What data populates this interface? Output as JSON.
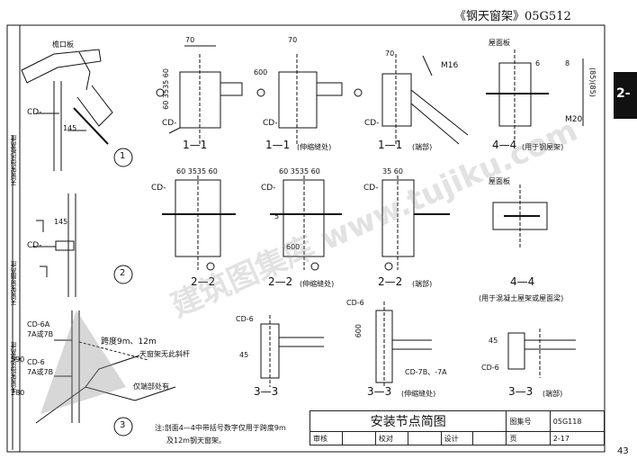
{
  "header": {
    "title": "《钢天窗架》05G512",
    "tab": "2-",
    "page": "43"
  },
  "left_labels": [
    "天窗架挡风板高度",
    "天窗架窗扇高度",
    "天窗架挡风板高度"
  ],
  "labels": {
    "eaves": "檐口板",
    "roof_a": "屋面板",
    "roof_b": "屋面板",
    "cd": "CD-",
    "d70a": "70",
    "d3535": "60 3535 60",
    "d600a": "600",
    "d60a": "60 3535 60",
    "d70b": "70",
    "m16": "M16",
    "m20": "M20",
    "d6": "6",
    "d8": "8",
    "dim8585": "(85)(85)",
    "c1": "1",
    "c2": "2",
    "c3": "3",
    "d145a": "145",
    "d145b": "145",
    "s11": "1—1",
    "s11b": "1—1",
    "s11b_note": "(伸缩缝处)",
    "s11c": "1—1",
    "s11c_note": "(端部)",
    "s44": "4—4",
    "s44_note": "(用于钢屋架)",
    "s22": "2—2",
    "s22b": "2—2",
    "s22b_note": "(伸缩缝处)",
    "s22c": "2—2",
    "s22c_note": "(端部)",
    "d600b": "600",
    "d3560": "35 60",
    "d5": "5",
    "s44b": "4—4",
    "s44b_note": "(用于混凝土屋架或屋面梁)",
    "cd6": "CD-6",
    "cd6b": "CD-6",
    "cd6c": "CD-6",
    "cd6a": "CD-6A",
    "a7b": "7A或7B",
    "cd6d": "CD-6",
    "a7bb": "7A或7B",
    "span": "跨度9m、12m",
    "no_brace": "天窗架无此斜杆",
    "end_only": "仅端部处有",
    "cd7b": "CD-7B、-7A",
    "s33": "3—3",
    "s33b": "3—3",
    "s33b_note": "(伸缩缝处)",
    "s33c": "3—3",
    "s33c_note": "(端部)",
    "d45": "45",
    "d590": "590",
    "d280": "280",
    "d600c": "600",
    "note1": "注:剖面4—4中带括号数字仅用于跨度9m",
    "note2": "及12m钢天窗架。"
  },
  "titleblock": {
    "name": "安装节点简图",
    "atlas_label": "图集号",
    "atlas_no": "05G118",
    "review": "审核",
    "check": "校对",
    "design": "设计",
    "page_label": "页",
    "page_no": "2-17"
  },
  "watermark": "建筑图集库 www.tujiku.com"
}
